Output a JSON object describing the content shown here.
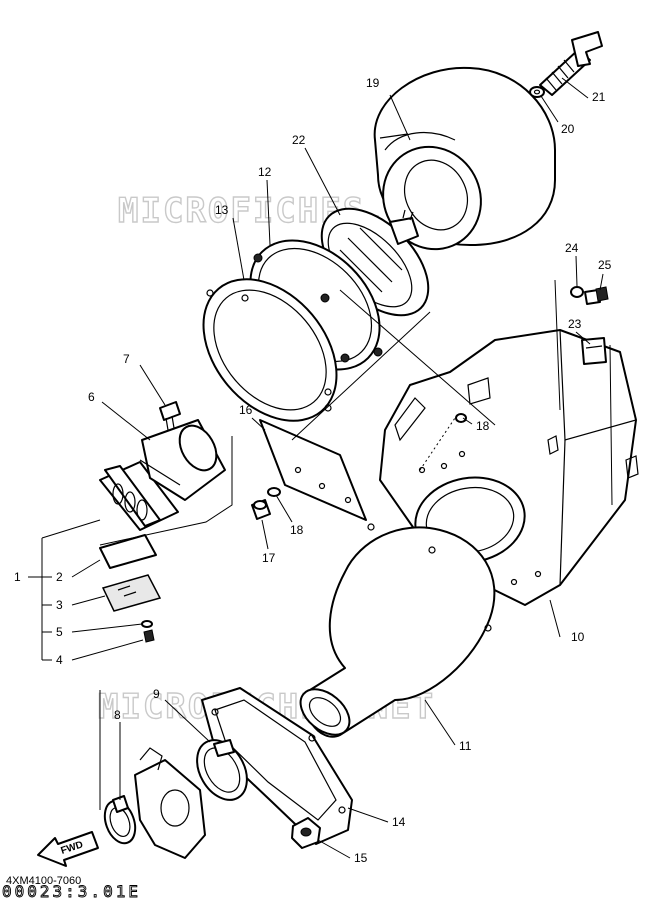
{
  "diagram": {
    "watermark_top": "MICROFICHES.NET",
    "watermark_bottom": "MICROFICHES.NET",
    "drawing_code": "4XM4100-7060",
    "footer_code": "00023:3.01E",
    "fwd_arrow_label": "FWD"
  },
  "callouts": [
    {
      "id": "1",
      "text": "1"
    },
    {
      "id": "2",
      "text": "2"
    },
    {
      "id": "3",
      "text": "3"
    },
    {
      "id": "4",
      "text": "4"
    },
    {
      "id": "5",
      "text": "5"
    },
    {
      "id": "6",
      "text": "6"
    },
    {
      "id": "7",
      "text": "7"
    },
    {
      "id": "8",
      "text": "8"
    },
    {
      "id": "9",
      "text": "9"
    },
    {
      "id": "10",
      "text": "10"
    },
    {
      "id": "11",
      "text": "11"
    },
    {
      "id": "12",
      "text": "12"
    },
    {
      "id": "13",
      "text": "13"
    },
    {
      "id": "14",
      "text": "14"
    },
    {
      "id": "15",
      "text": "15"
    },
    {
      "id": "16",
      "text": "16"
    },
    {
      "id": "17",
      "text": "17"
    },
    {
      "id": "18a",
      "text": "18"
    },
    {
      "id": "18b",
      "text": "18"
    },
    {
      "id": "19",
      "text": "19"
    },
    {
      "id": "20",
      "text": "20"
    },
    {
      "id": "21",
      "text": "21"
    },
    {
      "id": "22",
      "text": "22"
    },
    {
      "id": "23",
      "text": "23"
    },
    {
      "id": "24",
      "text": "24"
    },
    {
      "id": "25",
      "text": "25"
    }
  ]
}
